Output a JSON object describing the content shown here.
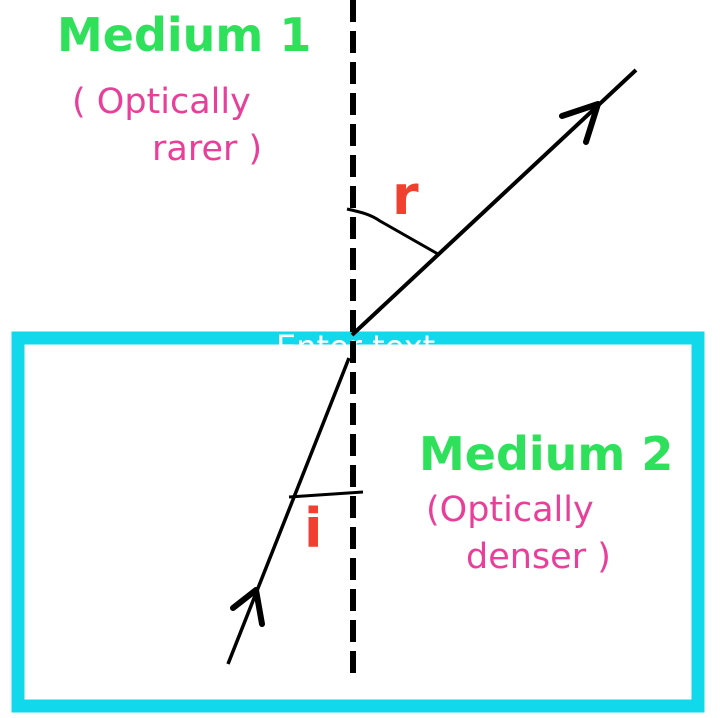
{
  "medium1": {
    "title": "Medium 1",
    "note_line1": "( Optically",
    "note_line2": "rarer )"
  },
  "medium2": {
    "title": "Medium 2",
    "note_line1": "(Optically",
    "note_line2": "denser )"
  },
  "angles": {
    "refraction": "r",
    "incidence": "i"
  },
  "placeholder_text": "Enter text",
  "colors": {
    "title_green": "#2ee05a",
    "note_pink": "#e8409a",
    "angle_red": "#f0402f",
    "boundary_cyan": "#12d8ec",
    "line_black": "#000000"
  }
}
